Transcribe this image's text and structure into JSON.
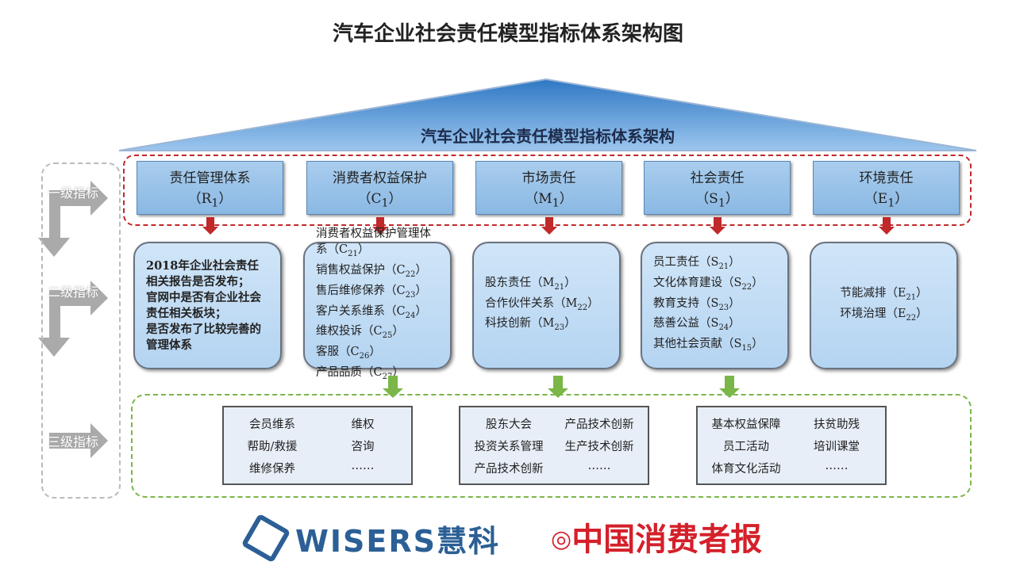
{
  "title": "汽车企业社会责任模型指标体系架构图",
  "roof_label": "汽车企业社会责任模型指标体系架构",
  "side_labels": [
    "一级指标",
    "二级指标",
    "三级指标"
  ],
  "level1": [
    {
      "name": "责任管理体系",
      "code": "R",
      "sub": "1"
    },
    {
      "name": "消费者权益保护",
      "code": "C",
      "sub": "1"
    },
    {
      "name": "市场责任",
      "code": "M",
      "sub": "1"
    },
    {
      "name": "社会责任",
      "code": "S",
      "sub": "1"
    },
    {
      "name": "环境责任",
      "code": "E",
      "sub": "1"
    }
  ],
  "level2": [
    {
      "items": [
        {
          "t": "2018年企业社会责任相关报告是否发布；"
        },
        {
          "t": "官网中是否有企业社会责任相关板块；"
        },
        {
          "t": "是否发布了比较完善的管理体系"
        }
      ]
    },
    {
      "items": [
        {
          "t": "消费者权益保护管理体系",
          "c": "C",
          "s": "21"
        },
        {
          "t": "销售权益保护",
          "c": "C",
          "s": "22"
        },
        {
          "t": "售后维修保养",
          "c": "C",
          "s": "23"
        },
        {
          "t": "客户关系维系",
          "c": "C",
          "s": "24"
        },
        {
          "t": "维权投诉",
          "c": "C",
          "s": "25"
        },
        {
          "t": "客服",
          "c": "C",
          "s": "26"
        },
        {
          "t": "产品品质",
          "c": "C",
          "s": "27"
        }
      ]
    },
    {
      "items": [
        {
          "t": "股东责任",
          "c": "M",
          "s": "21"
        },
        {
          "t": "合作伙伴关系",
          "c": "M",
          "s": "22"
        },
        {
          "t": "科技创新",
          "c": "M",
          "s": "23"
        }
      ]
    },
    {
      "items": [
        {
          "t": "员工责任",
          "c": "S",
          "s": "21"
        },
        {
          "t": "文化体育建设",
          "c": "S",
          "s": "22"
        },
        {
          "t": "教育支持",
          "c": "S",
          "s": "23"
        },
        {
          "t": "慈善公益",
          "c": "S",
          "s": "24"
        },
        {
          "t": "其他社会贡献",
          "c": "S",
          "s": "15"
        }
      ]
    },
    {
      "items": [
        {
          "t": "节能减排",
          "c": "E",
          "s": "21"
        },
        {
          "t": "环境治理",
          "c": "E",
          "s": "22"
        }
      ]
    }
  ],
  "level3": [
    [
      "会员维系",
      "维权",
      "帮助/救援",
      "咨询",
      "维修保养",
      "……"
    ],
    [
      "股东大会",
      "产品技术创新",
      "投资关系管理",
      "生产技术创新",
      "产品技术创新",
      "……"
    ],
    [
      "基本权益保障",
      "扶贫助残",
      "员工活动",
      "培训课堂",
      "体育文化活动",
      "……"
    ]
  ],
  "logos": {
    "wisers": "WISERS慧科",
    "cnr": "中国消费者报"
  }
}
